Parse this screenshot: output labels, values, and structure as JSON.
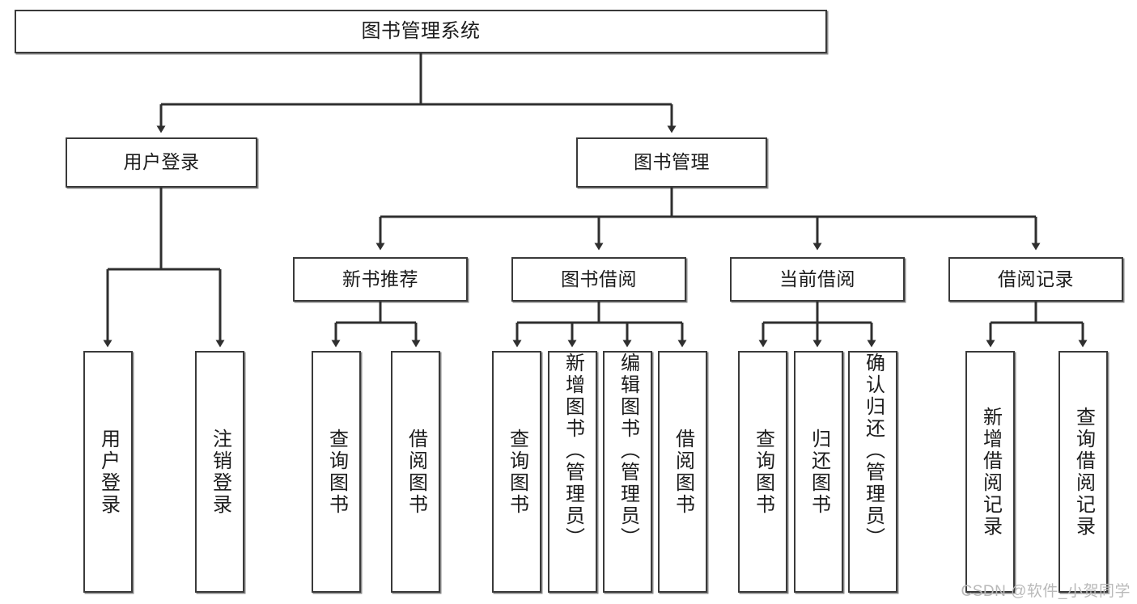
{
  "diagram": {
    "title": "图书管理系统",
    "type": "hierarchy-tree",
    "root": {
      "label": "图书管理系统"
    },
    "level2": [
      {
        "label": "用户登录"
      },
      {
        "label": "图书管理"
      }
    ],
    "level3": [
      {
        "label": "新书推荐"
      },
      {
        "label": "图书借阅"
      },
      {
        "label": "当前借阅"
      },
      {
        "label": "借阅记录"
      }
    ],
    "leaves": {
      "user_login": [
        {
          "label": "用户登录"
        },
        {
          "label": "注销登录"
        }
      ],
      "new_book_recommend": [
        {
          "label": "查询图书"
        },
        {
          "label": "借阅图书"
        }
      ],
      "book_borrow": [
        {
          "label": "查询图书"
        },
        {
          "label": "新增图书（管理员）"
        },
        {
          "label": "编辑图书（管理员）"
        },
        {
          "label": "借阅图书"
        }
      ],
      "current_borrow": [
        {
          "label": "查询图书"
        },
        {
          "label": "归还图书"
        },
        {
          "label": "确认归还（管理员）"
        }
      ],
      "borrow_record": [
        {
          "label": "新增借阅记录"
        },
        {
          "label": "查询借阅记录"
        }
      ]
    }
  },
  "watermark": {
    "text": "CSDN @软件_小贺同学"
  },
  "colors": {
    "box_border": "#3a3a3a",
    "box_fill": "#ffffff",
    "connector": "#2f2f2f",
    "text": "#1c1c1c",
    "watermark": "#b9b9b9"
  }
}
